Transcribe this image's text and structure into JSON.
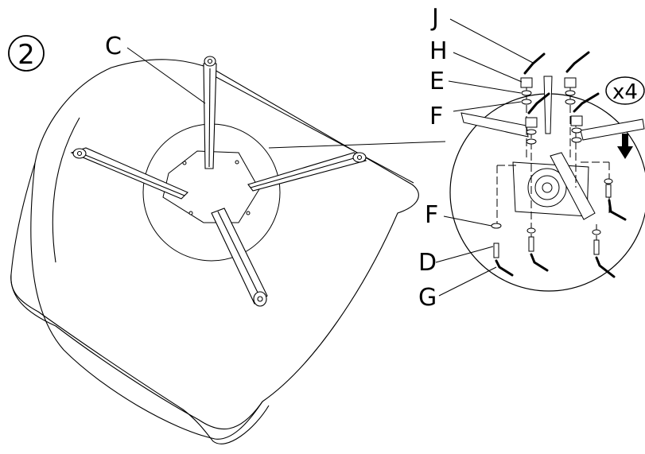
{
  "step": {
    "number": "2"
  },
  "labels": {
    "C": "C",
    "J": "J",
    "H": "H",
    "E": "E",
    "F_top": "F",
    "F_bottom": "F",
    "D": "D",
    "G": "G"
  },
  "quantity": "x4",
  "colors": {
    "ink": "#000000",
    "paper": "#ffffff"
  },
  "icons": {
    "direction_arrow": "down-arrow-icon"
  }
}
